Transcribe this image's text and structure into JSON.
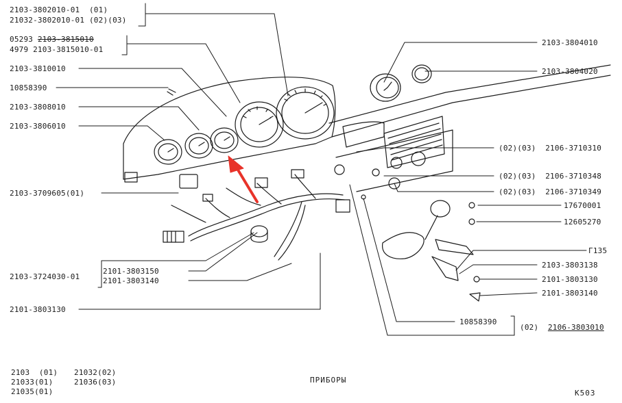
{
  "diagram": {
    "title": "ПРИБОРЫ",
    "page_code": "К503",
    "arrow_color": "#e8332a",
    "ink_color": "#1a1a1a",
    "labels_left": [
      {
        "id": "l1a",
        "text": "2103-3802010-01  (01)"
      },
      {
        "id": "l1b",
        "text": "21032-3802010-01 (02)(03)"
      },
      {
        "id": "l2a_prefix",
        "text": "05293 "
      },
      {
        "id": "l2a_struck",
        "text": "2103-3815010"
      },
      {
        "id": "l2b",
        "text": "4979 2103-3815010-01"
      },
      {
        "id": "l3",
        "text": "2103-3810010"
      },
      {
        "id": "l4",
        "text": "10858390"
      },
      {
        "id": "l5",
        "text": "2103-3808010"
      },
      {
        "id": "l6",
        "text": "2103-3806010"
      },
      {
        "id": "l7",
        "text": "2103-3709605(01)"
      },
      {
        "id": "l8",
        "text": "2103-3724030-01"
      },
      {
        "id": "l8a",
        "text": "2101-3803150"
      },
      {
        "id": "l8b",
        "text": "2101-3803140"
      },
      {
        "id": "l9",
        "text": "2101-3803130"
      }
    ],
    "labels_right": [
      {
        "id": "r1",
        "text": "2103-3804010"
      },
      {
        "id": "r2",
        "text": "2103-3804020"
      },
      {
        "id": "r3",
        "text": "(02)(03)  2106-3710310"
      },
      {
        "id": "r4",
        "text": "(02)(03)  2106-3710348"
      },
      {
        "id": "r5",
        "text": "(02)(03)  2106-3710349"
      },
      {
        "id": "r6",
        "text": "17670001"
      },
      {
        "id": "r7",
        "text": "12605270"
      },
      {
        "id": "r8",
        "text": "Г135"
      },
      {
        "id": "r9",
        "text": "2103-3803138"
      },
      {
        "id": "r10",
        "text": "2101-3803130"
      },
      {
        "id": "r11",
        "text": "2101-3803140"
      },
      {
        "id": "r12a",
        "text": "10858390"
      },
      {
        "id": "r12b",
        "text": "(02)  "
      },
      {
        "id": "r12c",
        "text": "2106-3803010"
      }
    ],
    "models": [
      {
        "id": "m1",
        "text": "2103  (01)"
      },
      {
        "id": "m2",
        "text": "21032(02)"
      },
      {
        "id": "m3",
        "text": "21033(01)"
      },
      {
        "id": "m4",
        "text": "21036(03)"
      },
      {
        "id": "m5",
        "text": "21035(01)"
      }
    ]
  }
}
